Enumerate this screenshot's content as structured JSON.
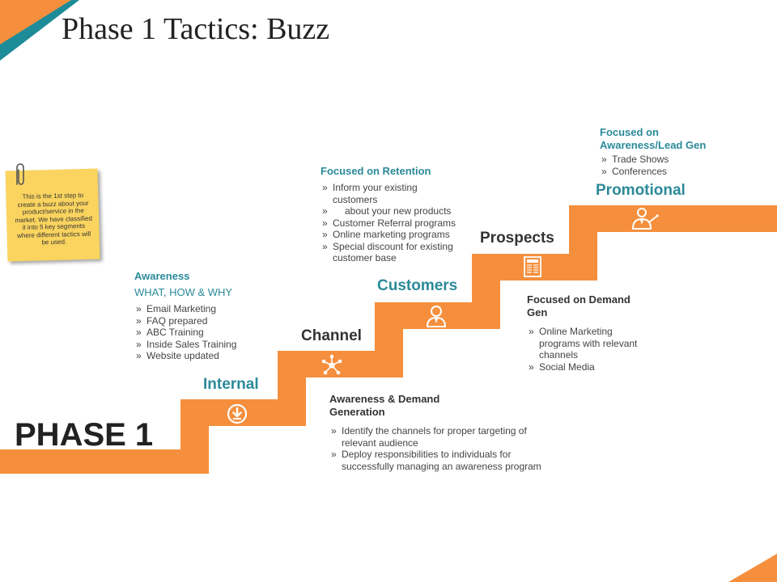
{
  "title": "Phase 1 Tactics: Buzz",
  "phase_label": "PHASE 1",
  "colors": {
    "orange": "#f58f3d",
    "teal": "#1e8c98",
    "note_yellow": "#fad45f"
  },
  "note": {
    "text": "This is the 1st step to create a buzz about your product/service in the market. We have classified it into 5 key segments where different tactics will be used."
  },
  "steps": [
    {
      "label": "Internal",
      "icon": "download-circle-icon"
    },
    {
      "label": "Channel",
      "icon": "network-hub-icon"
    },
    {
      "label": "Customers",
      "icon": "person-icon"
    },
    {
      "label": "Prospects",
      "icon": "newspaper-icon"
    },
    {
      "label": "Promotional",
      "icon": "presenter-icon"
    }
  ],
  "blocks": {
    "internal": {
      "heading": "Awareness",
      "subheading": "WHAT, HOW & WHY",
      "items": [
        "Email Marketing",
        "FAQ prepared",
        "ABC Training",
        "Inside Sales Training",
        "Website updated"
      ]
    },
    "channel": {
      "heading": "Awareness & Demand Generation",
      "items": [
        "Identify the channels for proper targeting of relevant audience",
        "Deploy responsibilities to individuals for successfully managing an awareness program"
      ]
    },
    "customers": {
      "heading": "Focused on Retention",
      "items": [
        "Inform your existing customers",
        "about your new products",
        "Customer Referral programs",
        "Online marketing programs",
        "Special discount for existing customer base"
      ]
    },
    "prospects": {
      "heading": "Focused on Demand Gen",
      "items": [
        "Online Marketing programs with relevant channels",
        "Social Media"
      ]
    },
    "promotional": {
      "heading": "Focused on Awareness/Lead Gen",
      "items": [
        "Trade Shows",
        "Conferences"
      ]
    }
  }
}
